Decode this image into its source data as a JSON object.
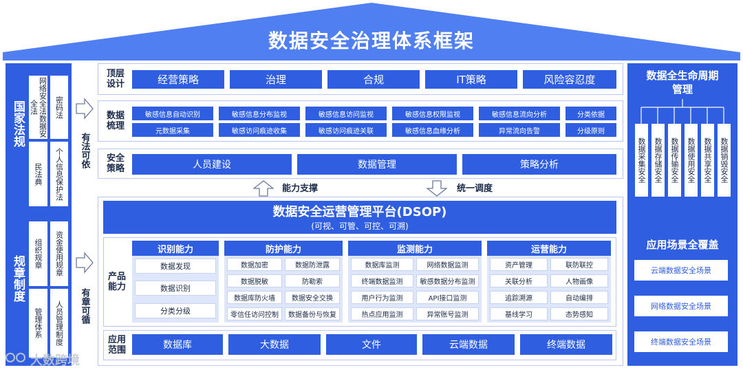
{
  "title": "数据安全治理体系框架",
  "left": {
    "laws_title": "国家法规",
    "laws": [
      "网络安全法数据安全法",
      "密码法",
      "民法典",
      "个人信息保护法"
    ],
    "rules_title": "规章制度",
    "rules": [
      "组织规章",
      "资金使用规章",
      "管理体系",
      "人员管理制度"
    ],
    "arrow1": "有法可依",
    "arrow2": "有章可循"
  },
  "rows": {
    "top": {
      "label": "顶层设计",
      "items": [
        "经营策略",
        "治理",
        "合规",
        "IT策略",
        "风险容忍度"
      ]
    },
    "sort": {
      "label": "数据梳理",
      "row1": [
        "敏感信息自动识别",
        "敏感信息分布监视",
        "敏感信息访问监视",
        "敏感信息权限监视",
        "敏感信息流向分析",
        "分类依据"
      ],
      "row2": [
        "元数据采集",
        "敏感访问痕迹收集",
        "敏感访问痕迹关联",
        "敏感信息血缘分析",
        "异常流向告警",
        "分级原则"
      ]
    },
    "strategy": {
      "label": "安全策略",
      "items": [
        "人员建设",
        "数据管理",
        "策略分析"
      ]
    }
  },
  "support": {
    "up": "能力支撑",
    "down": "统一调度"
  },
  "platform": {
    "title": "数据安全运营管理平台(DSOP)",
    "subtitle": "(可视、可管、可控、可溯)"
  },
  "capability": {
    "label": "产品能力",
    "groups": [
      {
        "title": "识别能力",
        "items": [
          "数据发现",
          "数据识别",
          "分类分级"
        ]
      },
      {
        "title": "防护能力",
        "items": [
          "数据加密",
          "数据防泄露",
          "数据脱敏",
          "防勒索",
          "数据库防火墙",
          "数据安全交换",
          "零信任访问控制",
          "数据备份与恢复"
        ]
      },
      {
        "title": "监测能力",
        "items": [
          "数据库监测",
          "网络数据监测",
          "终端数据监测",
          "敏感数据分布监测",
          "用户行为监测",
          "API接口监测",
          "热点应用监测",
          "异常账号监测"
        ]
      },
      {
        "title": "运营能力",
        "items": [
          "资产管理",
          "联防联控",
          "关联分析",
          "人物画像",
          "追踪溯源",
          "自动编排",
          "基线学习",
          "态势感知"
        ]
      }
    ]
  },
  "scope": {
    "label": "应用范围",
    "items": [
      "数据库",
      "大数据",
      "文件",
      "云端数据",
      "终端数据"
    ]
  },
  "right": {
    "lifecycle_title": "数据全生命周期管理",
    "lifecycle": [
      "数据采集安全",
      "数据存储安全",
      "数据传输安全",
      "数据使用安全",
      "数据共享安全",
      "数据销毁安全"
    ],
    "scenes_title": "应用场景全覆盖",
    "scenes": [
      "云端数据安全场景",
      "网络数据安全场景",
      "终端数据安全场景"
    ]
  },
  "watermark": "大数跨境",
  "colors": {
    "primary": "#2f5fe0",
    "roof": "#4f7ff0",
    "light": "#dde6fb",
    "border": "#b9c8ee"
  }
}
